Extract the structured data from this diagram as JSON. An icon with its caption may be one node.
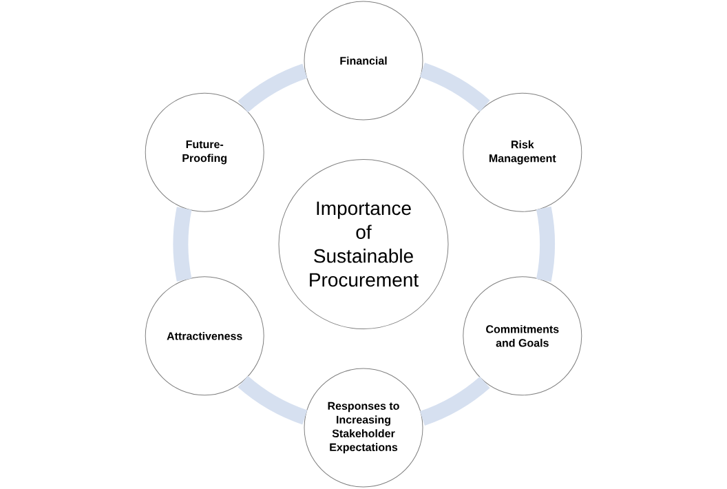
{
  "diagram": {
    "nodes": [
      {
        "text": [
          "Importance of Sustainable Procurement"
        ]
      },
      {
        "text": [
          "Financial"
        ]
      },
      {
        "text": [
          "Risk Management"
        ]
      },
      {
        "text": [
          "Commitments and Goals"
        ]
      },
      {
        "text": [
          "Responses to Increasing Stakeholder Expectations"
        ]
      },
      {
        "text": [
          "Attractiveness"
        ]
      },
      {
        "text": [
          "Future-Proofing"
        ]
      }
    ],
    "edges": [
      {
        "from": 1,
        "to": 2,
        "arrow": "none"
      },
      {
        "from": 2,
        "to": 3,
        "arrow": "none"
      },
      {
        "from": 3,
        "to": 4,
        "arrow": "none"
      },
      {
        "from": 4,
        "to": 5,
        "arrow": "none"
      },
      {
        "from": 5,
        "to": 6,
        "arrow": "none"
      },
      {
        "from": 6,
        "to": 1,
        "arrow": "none"
      }
    ]
  }
}
